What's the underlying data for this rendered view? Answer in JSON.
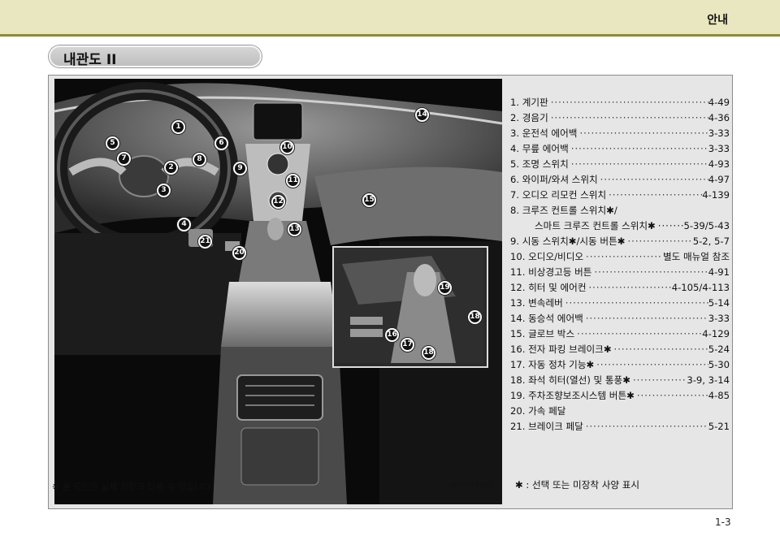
{
  "header": {
    "title": "안내"
  },
  "section": {
    "title": "내관도 II"
  },
  "legend": [
    {
      "label": "1. 계기판",
      "page": "4-49"
    },
    {
      "label": "2. 경음기",
      "page": "4-36"
    },
    {
      "label": "3. 운전석 에어백",
      "page": "3-33"
    },
    {
      "label": "4. 무릎 에어백",
      "page": "3-33"
    },
    {
      "label": "5. 조명 스위치",
      "page": "4-93"
    },
    {
      "label": "6. 와이퍼/와셔 스위치",
      "page": "4-97"
    },
    {
      "label": "7. 오디오 리모컨 스위치",
      "page": "4-139"
    },
    {
      "label": "8. 크루즈 컨트롤 스위치✱/",
      "page": ""
    },
    {
      "label": "스마트 크루즈 컨트롤 스위치✱",
      "page": "5-39/5-43",
      "sub": true
    },
    {
      "label": "9. 시동 스위치✱/시동 버튼✱",
      "page": "5-2, 5-7"
    },
    {
      "label": "10. 오디오/비디오",
      "page": "별도 매뉴얼 참조"
    },
    {
      "label": "11. 비상경고등 버튼",
      "page": "4-91"
    },
    {
      "label": "12. 히터 및 에어컨",
      "page": "4-105/4-113"
    },
    {
      "label": "13. 변속레버",
      "page": "5-14"
    },
    {
      "label": "14. 동승석 에어백",
      "page": "3-33"
    },
    {
      "label": "15. 글로브 박스",
      "page": "4-129"
    },
    {
      "label": "16. 전자 파킹 브레이크✱",
      "page": "5-24"
    },
    {
      "label": "17. 자동 정차 기능✱",
      "page": "5-30"
    },
    {
      "label": "18. 좌석 히터(열선) 및 통풍✱",
      "page": "3-9, 3-14"
    },
    {
      "label": "19. 주차조향보조시스템 버튼✱",
      "page": "4-85"
    },
    {
      "label": "20. 가속 페달",
      "page": ""
    },
    {
      "label": "21. 브레이크 페달",
      "page": "5-21"
    }
  ],
  "asterisk_note": "✱ : 선택 또는 미장착 사양 표시",
  "footnote": "※ 본 도안은 실제 차량과 다를 수 있습니다.",
  "image_code": "OHG010002",
  "page_number": "1-3",
  "markers": [
    "1",
    "2",
    "3",
    "4",
    "5",
    "6",
    "7",
    "8",
    "9",
    "10",
    "11",
    "12",
    "13",
    "14",
    "15",
    "16",
    "17",
    "18",
    "18",
    "19",
    "20",
    "21"
  ]
}
